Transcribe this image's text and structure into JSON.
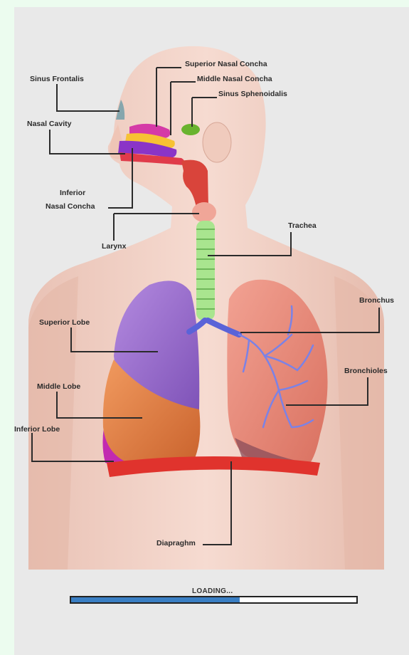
{
  "labels": {
    "sinus_frontalis": "Sinus Frontalis",
    "superior_nasal_concha": "Superior Nasal Concha",
    "middle_nasal_concha": "Middle Nasal Concha",
    "sinus_sphenoidalis": "Sinus Sphenoidalis",
    "nasal_cavity": "Nasal Cavity",
    "inferior_nasal_concha_line1": "Inferior",
    "inferior_nasal_concha_line2": "Nasal Concha",
    "larynx": "Larynx",
    "trachea": "Trachea",
    "bronchus": "Bronchus",
    "superior_lobe": "Superior Lobe",
    "bronchioles": "Bronchioles",
    "middle_lobe": "Middle Lobe",
    "inferior_lobe": "Inferior Lobe",
    "diapraghm": "Diapraghm"
  },
  "loading": {
    "label": "LOADING...",
    "progress": 0.59,
    "fill_color": "#3a7fc4"
  },
  "colors": {
    "background": "#ecfcef",
    "skin": "#f3d2c6",
    "superior_lobe": "#9a6fcf",
    "middle_lobe": "#e27b42",
    "inferior_lobe": "#c22ab0",
    "right_lung": "#e98c7f",
    "trachea": "#a9e58f",
    "bronchus": "#5a63d8",
    "diaphragm": "#e0332d"
  }
}
